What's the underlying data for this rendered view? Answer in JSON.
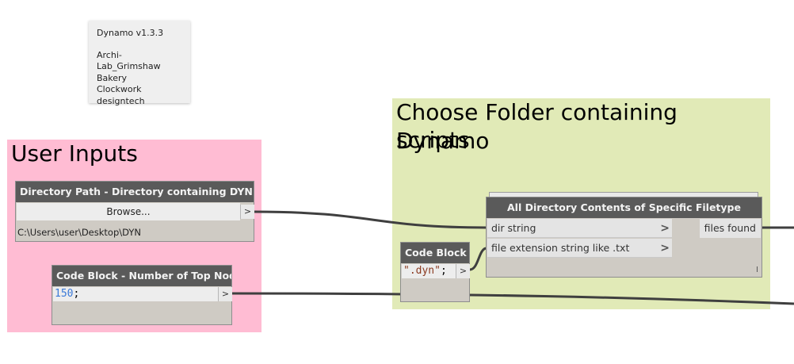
{
  "note": {
    "version": "Dynamo v1.3.3",
    "packages": [
      "Archi-Lab_Grimshaw",
      "Bakery",
      "Clockwork",
      "designtech"
    ]
  },
  "groups": {
    "user_inputs": {
      "title": "User Inputs",
      "color": "#ffbcd3"
    },
    "choose_folder": {
      "title_line1": "Choose Folder containing Dynamo",
      "title_line2": "scripts",
      "color": "#e1eab7"
    }
  },
  "nodes": {
    "directory_path": {
      "title": "Directory Path - Directory containing DYN Files",
      "button_label": "Browse...",
      "output_port": ">",
      "value": "C:\\Users\\user\\Desktop\\DYN"
    },
    "number_top_nodes": {
      "title": "Code Block - Number of Top Nodes",
      "code_number": "150",
      "code_suffix": ";",
      "output_port": ">"
    },
    "code_block_ext": {
      "title": "Code Block",
      "code_string": "\".dyn\"",
      "code_suffix": ";",
      "output_port": ">"
    },
    "directory_contents": {
      "title": "All Directory Contents of Specific Filetype",
      "inputs": [
        "dir string",
        "file extension string like .txt"
      ],
      "input_chevron": ">",
      "output": "files found",
      "resize_mark": "I"
    }
  },
  "colors": {
    "node_header": "#5a5a5a",
    "node_body": "#cfcbc4",
    "wire": "#3f3f3f",
    "number_literal": "#3a79d8",
    "string_literal": "#8b3a20"
  }
}
